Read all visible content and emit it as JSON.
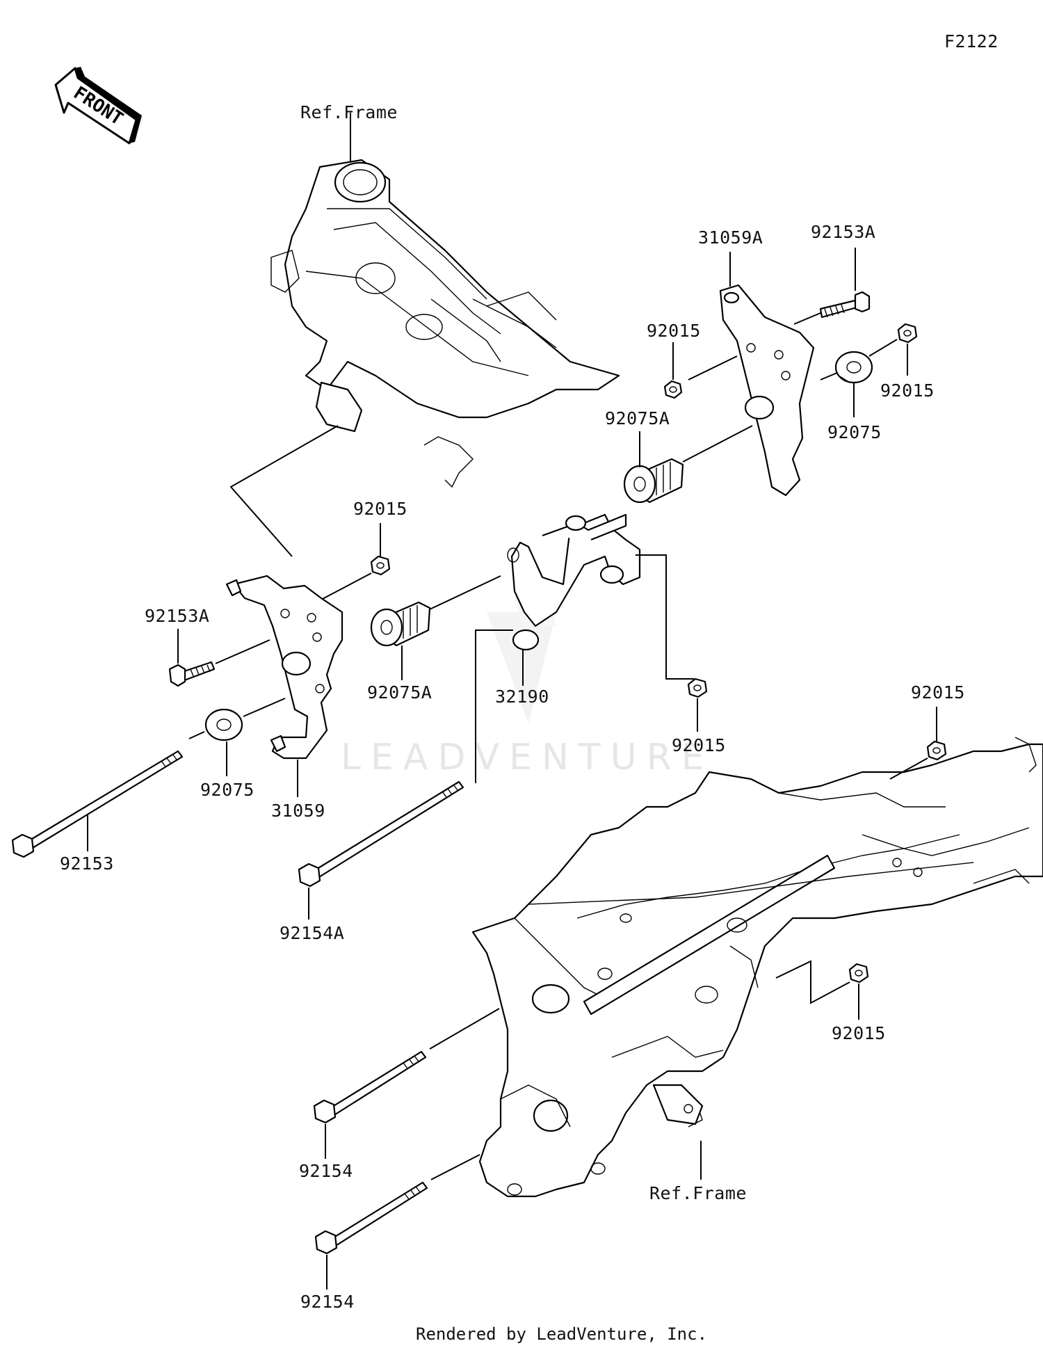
{
  "diagram_code": "F2122",
  "front_arrow": "FRONT",
  "watermark": "LEADVENTURE",
  "footer": "Rendered by LeadVenture, Inc.",
  "labels": {
    "ref_frame_top": "Ref.Frame",
    "ref_frame_bottom": "Ref.Frame",
    "p31059A": "31059A",
    "p92153A_right": "92153A",
    "p92015_rightA": "92015",
    "p92015_rightB": "92015",
    "p92075_right": "92075",
    "p92075A_right": "92075A",
    "p92015_midtop": "92015",
    "p92153A_left": "92153A",
    "p92075A_left": "92075A",
    "p32190": "32190",
    "p92015_midright": "92015",
    "p92075_left": "92075",
    "p31059": "31059",
    "p92153": "92153",
    "p92154A": "92154A",
    "p92015_farright": "92015",
    "p92015_bottomright": "92015",
    "p92154_upper": "92154",
    "p92154_lower": "92154"
  },
  "icons": {
    "front_arrow": "front-direction-arrow-icon",
    "watermark_logo": "leadventure-logo-icon"
  }
}
